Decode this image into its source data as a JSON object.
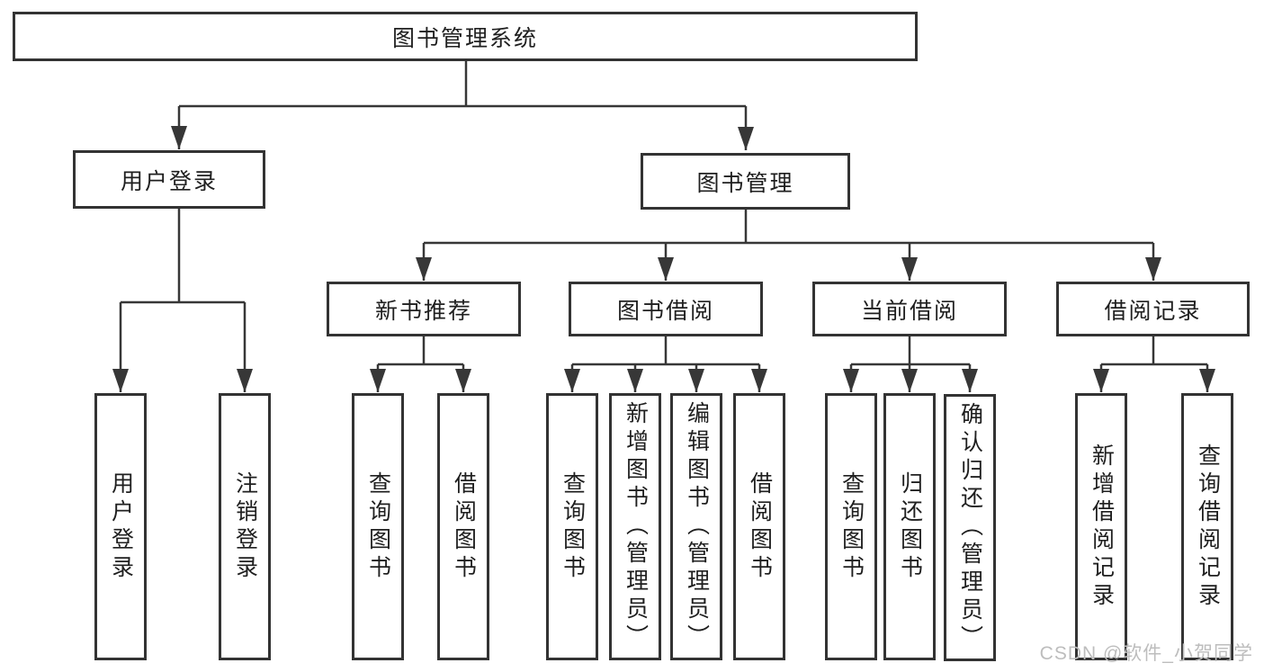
{
  "diagram": {
    "root": {
      "label": "图书管理系统"
    },
    "level2": [
      {
        "label": "用户登录"
      },
      {
        "label": "图书管理"
      }
    ],
    "level3": [
      {
        "label": "新书推荐"
      },
      {
        "label": "图书借阅"
      },
      {
        "label": "当前借阅"
      },
      {
        "label": "借阅记录"
      }
    ],
    "leaves": {
      "login": [
        {
          "label": "用户登录"
        },
        {
          "label": "注销登录"
        }
      ],
      "recommend": [
        {
          "label": "查询图书"
        },
        {
          "label": "借阅图书"
        }
      ],
      "borrow": [
        {
          "label": "查询图书"
        },
        {
          "label": "新增图书（管理员）"
        },
        {
          "label": "编辑图书（管理员）"
        },
        {
          "label": "借阅图书"
        }
      ],
      "current": [
        {
          "label": "查询图书"
        },
        {
          "label": "归还图书"
        },
        {
          "label": "确认归还（管理员）"
        }
      ],
      "record": [
        {
          "label": "新增借阅记录"
        },
        {
          "label": "查询借阅记录"
        }
      ]
    }
  },
  "watermark": {
    "text": "CSDN @软件_小贺同学"
  },
  "colors": {
    "line": "#373737",
    "border": "#333333",
    "text": "#1f1f1f",
    "watermark": "#bdbdbd",
    "background": "#ffffff"
  }
}
